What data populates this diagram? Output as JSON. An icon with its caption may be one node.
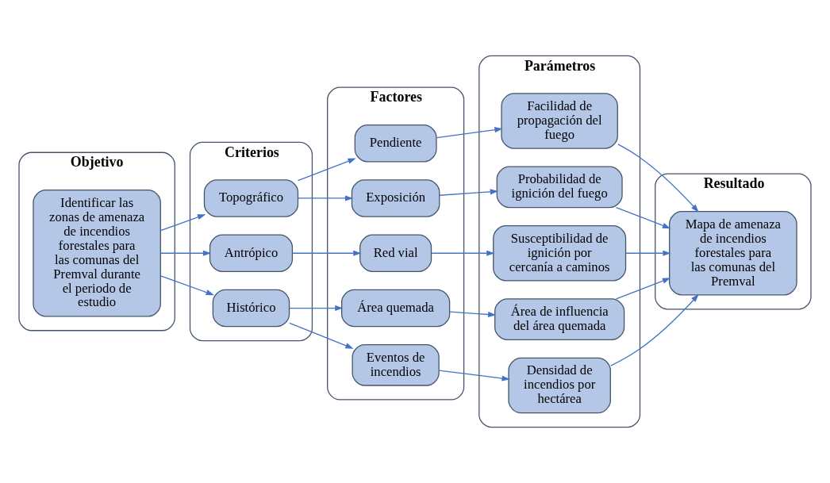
{
  "diagram": {
    "nodes": [
      {
        "text": [
          "Objetivo"
        ]
      },
      {
        "text": [
          "Criterios"
        ]
      },
      {
        "text": [
          "Factores"
        ]
      },
      {
        "text": [
          "Parámetros"
        ]
      },
      {
        "text": [
          "Resultado"
        ]
      },
      {
        "text": [
          "Identificar las zonas de amenaza de incendios forestales para las comunas del Premval durante el periodo de estudio"
        ],
        "in": 0
      },
      {
        "text": [
          "Topográfico"
        ],
        "in": 1
      },
      {
        "text": [
          "Antrópico"
        ],
        "in": 1
      },
      {
        "text": [
          "Histórico"
        ],
        "in": 1
      },
      {
        "text": [
          "Pendiente"
        ],
        "in": 2
      },
      {
        "text": [
          "Exposición"
        ],
        "in": 2
      },
      {
        "text": [
          "Red vial"
        ],
        "in": 2
      },
      {
        "text": [
          "Área quemada"
        ],
        "in": 2
      },
      {
        "text": [
          "Eventos de incendios"
        ],
        "in": 2
      },
      {
        "text": [
          "Facilidad de propagación del fuego"
        ],
        "in": 3
      },
      {
        "text": [
          "Probabilidad de ignición del fuego"
        ],
        "in": 3
      },
      {
        "text": [
          "Susceptibilidad de ignición por cercanía a caminos"
        ],
        "in": 3
      },
      {
        "text": [
          "Área de influencia del área quemada"
        ],
        "in": 3
      },
      {
        "text": [
          "Densidad de incendios por hectárea"
        ],
        "in": 3
      },
      {
        "text": [
          "Mapa de amenaza de incendios forestales para las comunas del Premval"
        ],
        "in": 4
      }
    ],
    "edges": [
      {
        "from": 5,
        "to": 6,
        "arrow": "to"
      },
      {
        "from": 5,
        "to": 7,
        "arrow": "to"
      },
      {
        "from": 5,
        "to": 8,
        "arrow": "to"
      },
      {
        "from": 6,
        "to": 9,
        "arrow": "to"
      },
      {
        "from": 6,
        "to": 10,
        "arrow": "to"
      },
      {
        "from": 7,
        "to": 11,
        "arrow": "to"
      },
      {
        "from": 8,
        "to": 12,
        "arrow": "to"
      },
      {
        "from": 8,
        "to": 13,
        "arrow": "to"
      },
      {
        "from": 9,
        "to": 14,
        "arrow": "to"
      },
      {
        "from": 10,
        "to": 15,
        "arrow": "to"
      },
      {
        "from": 11,
        "to": 16,
        "arrow": "to"
      },
      {
        "from": 12,
        "to": 17,
        "arrow": "to"
      },
      {
        "from": 13,
        "to": 18,
        "arrow": "to"
      },
      {
        "from": 14,
        "to": 19,
        "arrow": "to"
      },
      {
        "from": 15,
        "to": 19,
        "arrow": "to"
      },
      {
        "from": 16,
        "to": 19,
        "arrow": "to"
      },
      {
        "from": 17,
        "to": 19,
        "arrow": "to"
      },
      {
        "from": 18,
        "to": 19,
        "arrow": "to"
      }
    ]
  }
}
